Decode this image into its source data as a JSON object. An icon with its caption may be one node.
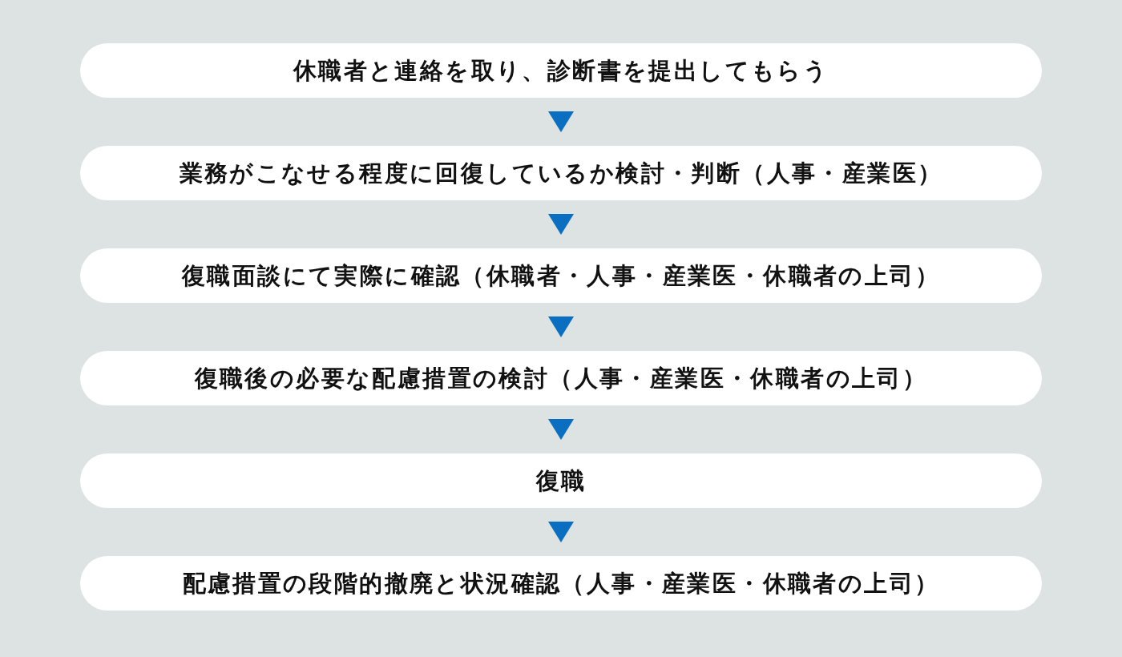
{
  "diagram": {
    "nodes": [
      {
        "text": [
          "休職者と連絡を取り、診断書を提出してもらう"
        ]
      },
      {
        "text": [
          "業務がこなせる程度に回復しているか検討・判断（人事・産業医）"
        ]
      },
      {
        "text": [
          "復職面談にて実際に確認（休職者・人事・産業医・休職者の上司）"
        ]
      },
      {
        "text": [
          "復職後の必要な配慮措置の検討（人事・産業医・休職者の上司）"
        ]
      },
      {
        "text": [
          "復職"
        ]
      },
      {
        "text": [
          "配慮措置の段階的撤廃と状況確認（人事・産業医・休職者の上司）"
        ]
      }
    ],
    "edges": [
      {
        "from": 0,
        "to": 1,
        "arrow": "to"
      },
      {
        "from": 1,
        "to": 2,
        "arrow": "to"
      },
      {
        "from": 2,
        "to": 3,
        "arrow": "to"
      },
      {
        "from": 3,
        "to": 4,
        "arrow": "to"
      },
      {
        "from": 4,
        "to": 5,
        "arrow": "to"
      }
    ]
  }
}
